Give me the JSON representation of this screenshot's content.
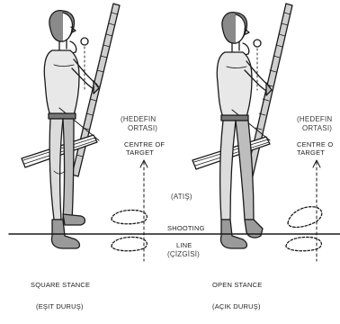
{
  "labels": {
    "target_tr_left_1": "(HEDEFIN",
    "target_tr_left_2": "ORTASI)",
    "target_en_left_1": "CENTRE OF",
    "target_en_left_2": "TARGET",
    "target_tr_right_1": "(HEDEFIN",
    "target_tr_right_2": "ORTASI)",
    "target_en_right_1": "CENTRE O",
    "target_en_right_2": "TARGET",
    "atis": "(ATIŞ)",
    "shooting": "SHOOTING",
    "line": "LINE",
    "cizgisi": "(ÇİZGİSİ)"
  },
  "captions": {
    "square_en": "SQUARE STANCE",
    "square_tr": "(EŞIT DURUŞ)",
    "open_en": "OPEN STANCE",
    "open_tr": "(AÇIK DURUŞ)"
  }
}
